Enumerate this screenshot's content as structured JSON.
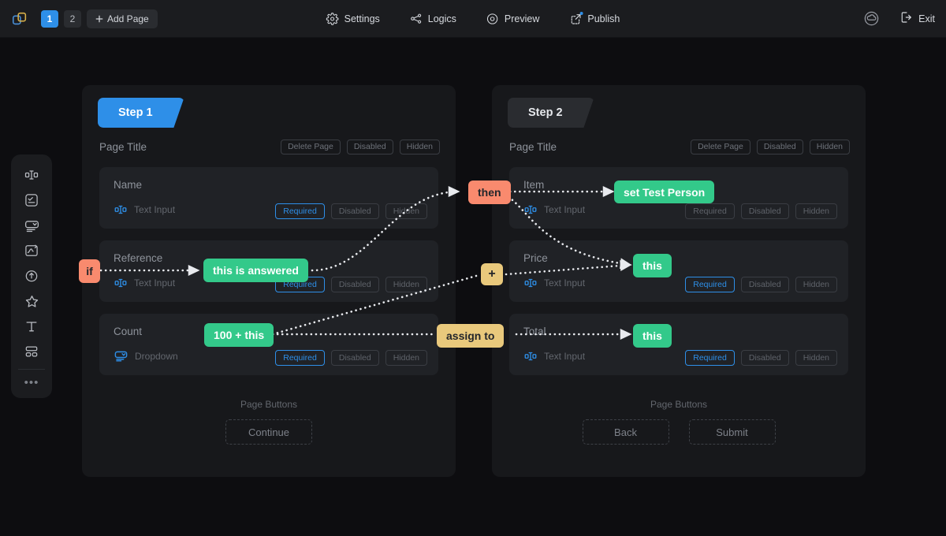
{
  "topbar": {
    "logo_icon": "app-logo-icon",
    "pages": [
      {
        "label": "1",
        "active": true
      },
      {
        "label": "2",
        "active": false
      }
    ],
    "add_page_label": "Add Page",
    "add_page_icon": "plus-icon",
    "nav": [
      {
        "label": "Settings",
        "icon": "gear-icon"
      },
      {
        "label": "Logics",
        "icon": "logics-node-icon"
      },
      {
        "label": "Preview",
        "icon": "eye-circle-icon"
      },
      {
        "label": "Publish",
        "icon": "external-link-icon",
        "has_dot": true
      }
    ],
    "cloud_icon": "cloud-upload-icon",
    "exit_label": "Exit",
    "exit_icon": "exit-arrow-icon"
  },
  "rail": {
    "items": [
      {
        "icon": "text-input-field-icon",
        "name": "tool-text-input"
      },
      {
        "icon": "checklist-box-icon",
        "name": "tool-checklist"
      },
      {
        "icon": "dropdown-icon",
        "name": "tool-dropdown"
      },
      {
        "icon": "signature-pad-icon",
        "name": "tool-signature"
      },
      {
        "icon": "upload-icon",
        "name": "tool-upload"
      },
      {
        "icon": "star-icon",
        "name": "tool-rating"
      },
      {
        "icon": "text-type-icon",
        "name": "tool-text"
      },
      {
        "icon": "layout-blocks-icon",
        "name": "tool-layout"
      }
    ],
    "more_label": "•••"
  },
  "colors": {
    "accent_blue": "#2e8fe8",
    "green": "#33c98a",
    "salmon": "#f98a6e",
    "gold": "#e9c97c",
    "panel_bg": "#17181b",
    "field_bg": "#202226",
    "canvas_bg": "#0d0d10"
  },
  "steps": [
    {
      "tab_label": "Step 1",
      "active": true,
      "page_title": "Page Title",
      "page_chips": [
        "Delete Page",
        "Disabled",
        "Hidden"
      ],
      "fields": [
        {
          "label": "Name",
          "type": "Text Input",
          "type_icon": "text-input-field-icon",
          "chips": [
            {
              "label": "Required",
              "on": true
            },
            {
              "label": "Disabled",
              "on": false
            },
            {
              "label": "Hidden",
              "on": false
            }
          ]
        },
        {
          "label": "Reference",
          "type": "Text Input",
          "type_icon": "text-input-field-icon",
          "chips": [
            {
              "label": "Required",
              "on": true
            },
            {
              "label": "Disabled",
              "on": false
            },
            {
              "label": "Hidden",
              "on": false
            }
          ]
        },
        {
          "label": "Count",
          "type": "Dropdown",
          "type_icon": "dropdown-icon",
          "chips": [
            {
              "label": "Required",
              "on": true
            },
            {
              "label": "Disabled",
              "on": false
            },
            {
              "label": "Hidden",
              "on": false
            }
          ]
        }
      ],
      "page_buttons_label": "Page Buttons",
      "page_buttons": [
        "Continue"
      ]
    },
    {
      "tab_label": "Step 2",
      "active": false,
      "page_title": "Page Title",
      "page_chips": [
        "Delete Page",
        "Disabled",
        "Hidden"
      ],
      "fields": [
        {
          "label": "Item",
          "type": "Text Input",
          "type_icon": "text-input-field-icon",
          "chips": [
            {
              "label": "Required",
              "on": false
            },
            {
              "label": "Disabled",
              "on": false
            },
            {
              "label": "Hidden",
              "on": false
            }
          ]
        },
        {
          "label": "Price",
          "type": "Text Input",
          "type_icon": "text-input-field-icon",
          "chips": [
            {
              "label": "Required",
              "on": true
            },
            {
              "label": "Disabled",
              "on": false
            },
            {
              "label": "Hidden",
              "on": false
            }
          ]
        },
        {
          "label": "Total",
          "type": "Text Input",
          "type_icon": "text-input-field-icon",
          "chips": [
            {
              "label": "Required",
              "on": true
            },
            {
              "label": "Disabled",
              "on": false
            },
            {
              "label": "Hidden",
              "on": false
            }
          ]
        }
      ],
      "page_buttons_label": "Page Buttons",
      "page_buttons": [
        "Back",
        "Submit"
      ]
    }
  ],
  "logic": {
    "badges": [
      {
        "id": "if",
        "text": "if",
        "color": "salmon"
      },
      {
        "id": "answered",
        "text": "this is answered",
        "color": "green"
      },
      {
        "id": "then",
        "text": "then",
        "color": "salmon"
      },
      {
        "id": "set_person",
        "text": "set Test Person",
        "color": "green"
      },
      {
        "id": "plus",
        "text": "+",
        "color": "gold"
      },
      {
        "id": "this_price",
        "text": "this",
        "color": "green"
      },
      {
        "id": "hundred",
        "text": "100 + this",
        "color": "green"
      },
      {
        "id": "assign_to",
        "text": "assign to",
        "color": "gold"
      },
      {
        "id": "this_total",
        "text": "this",
        "color": "green"
      }
    ]
  }
}
